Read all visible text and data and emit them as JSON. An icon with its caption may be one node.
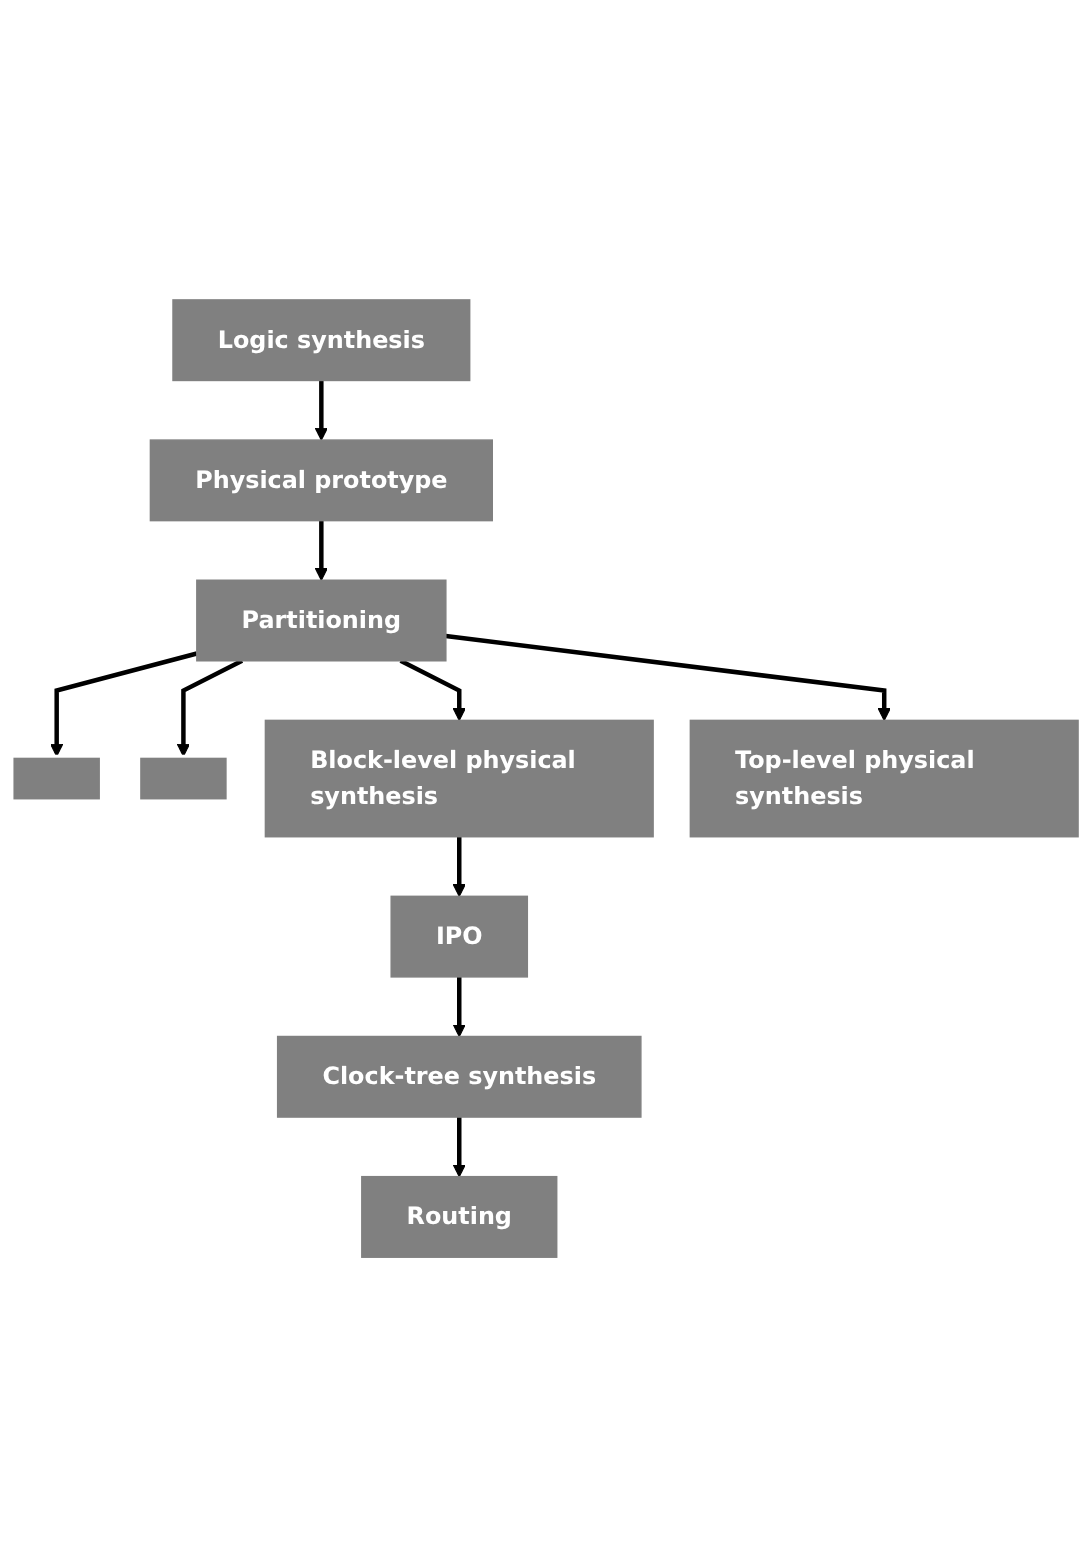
{
  "diagram": {
    "nodes": [
      {
        "text": [
          "Logic synthesis"
        ]
      },
      {
        "text": [
          "Physical prototype"
        ]
      },
      {
        "text": [
          "Partitioning"
        ]
      },
      {
        "text": [],
        "shape": "box"
      },
      {
        "text": [],
        "shape": "box"
      },
      {
        "text": [
          "Block-level physical synthesis"
        ]
      },
      {
        "text": [
          "Top-level physical synthesis"
        ]
      },
      {
        "text": [
          "IPO"
        ]
      },
      {
        "text": [
          "Clock-tree synthesis"
        ]
      },
      {
        "text": [
          "Routing"
        ]
      }
    ],
    "edges": [
      {
        "from": 0,
        "to": 1,
        "arrow": "to"
      },
      {
        "from": 1,
        "to": 2,
        "arrow": "to"
      },
      {
        "from": 2,
        "to": 3,
        "arrow": "to"
      },
      {
        "from": 2,
        "to": 4,
        "arrow": "to"
      },
      {
        "from": 2,
        "to": 5,
        "arrow": "to"
      },
      {
        "from": 2,
        "to": 6,
        "arrow": "to"
      },
      {
        "from": 5,
        "to": 7,
        "arrow": "to"
      },
      {
        "from": 7,
        "to": 8,
        "arrow": "to"
      },
      {
        "from": 8,
        "to": 9,
        "arrow": "to"
      }
    ]
  }
}
